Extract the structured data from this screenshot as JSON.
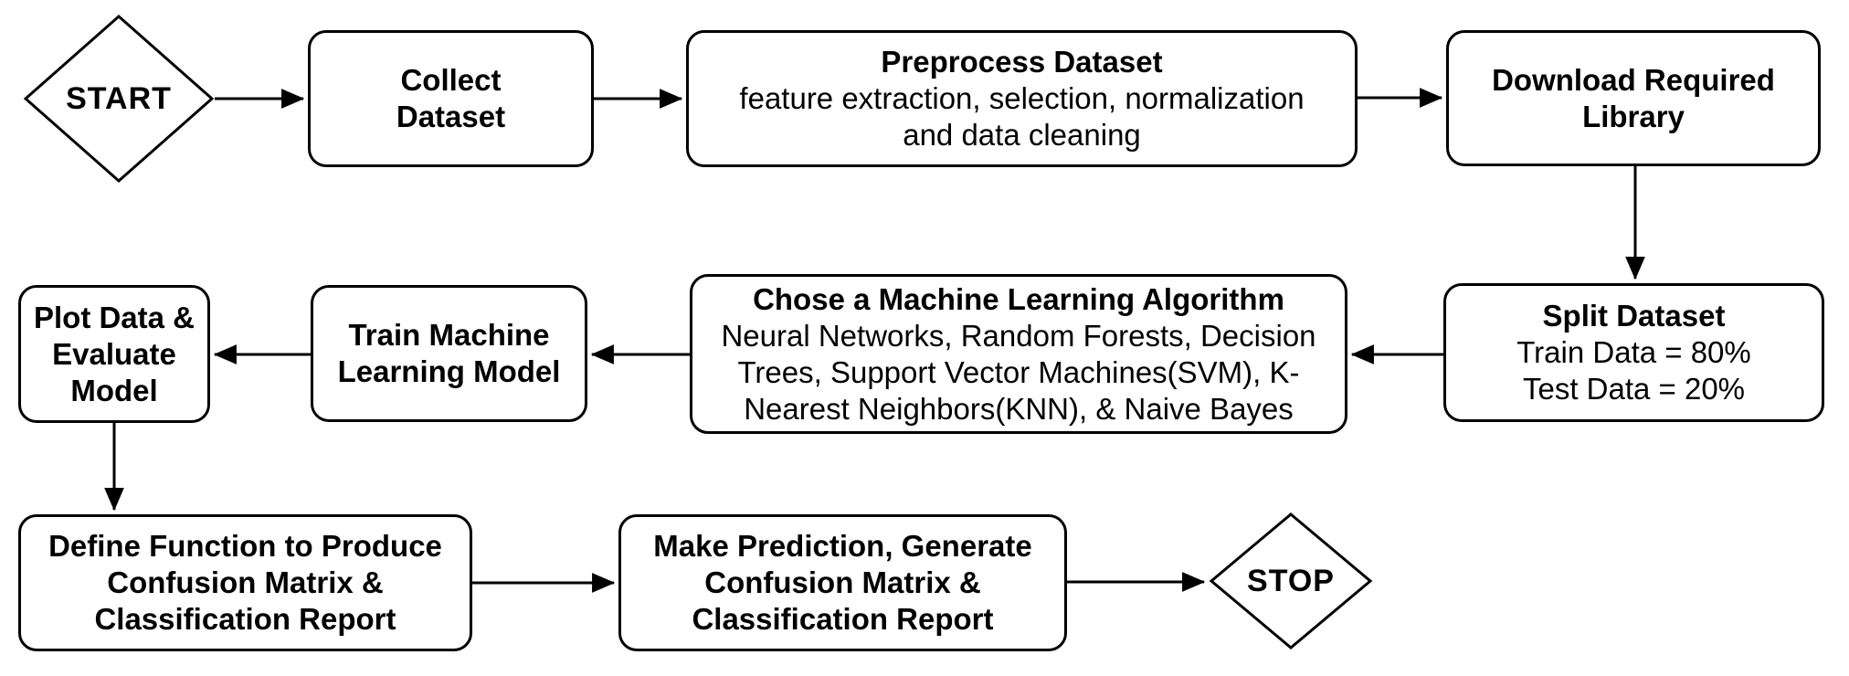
{
  "flowchart": {
    "background": "#ffffff",
    "stroke_color": "#000000",
    "text_color": "#000000",
    "nodes": {
      "start": {
        "label": "START",
        "shape": "diamond"
      },
      "collect": {
        "title": [
          "Collect",
          "Dataset"
        ]
      },
      "preprocess": {
        "title": "Preprocess Dataset",
        "body": [
          "feature extraction, selection, normalization",
          "and data cleaning"
        ]
      },
      "download": {
        "title": [
          "Download Required",
          "Library"
        ]
      },
      "split": {
        "title": "Split Dataset",
        "body": [
          "Train Data = 80%",
          "Test Data = 20%"
        ]
      },
      "chose": {
        "title": "Chose a Machine Learning Algorithm",
        "body": [
          "Neural Networks, Random Forests, Decision",
          "Trees, Support Vector Machines(SVM), K-",
          "Nearest Neighbors(KNN), & Naive Bayes"
        ]
      },
      "train": {
        "title": [
          "Train Machine",
          "Learning Model"
        ]
      },
      "plot": {
        "title": [
          "Plot Data &",
          "Evaluate",
          "Model"
        ]
      },
      "define": {
        "title": [
          "Define Function to Produce",
          "Confusion Matrix &",
          "Classification Report"
        ]
      },
      "make": {
        "title": [
          "Make Prediction, Generate",
          "Confusion Matrix &",
          "Classification Report"
        ]
      },
      "stop": {
        "label": "STOP",
        "shape": "diamond"
      }
    },
    "edges": [
      {
        "from": "start",
        "to": "collect"
      },
      {
        "from": "collect",
        "to": "preprocess"
      },
      {
        "from": "preprocess",
        "to": "download"
      },
      {
        "from": "download",
        "to": "split"
      },
      {
        "from": "split",
        "to": "chose"
      },
      {
        "from": "chose",
        "to": "train"
      },
      {
        "from": "train",
        "to": "plot"
      },
      {
        "from": "plot",
        "to": "define"
      },
      {
        "from": "define",
        "to": "make"
      },
      {
        "from": "make",
        "to": "stop"
      }
    ]
  }
}
